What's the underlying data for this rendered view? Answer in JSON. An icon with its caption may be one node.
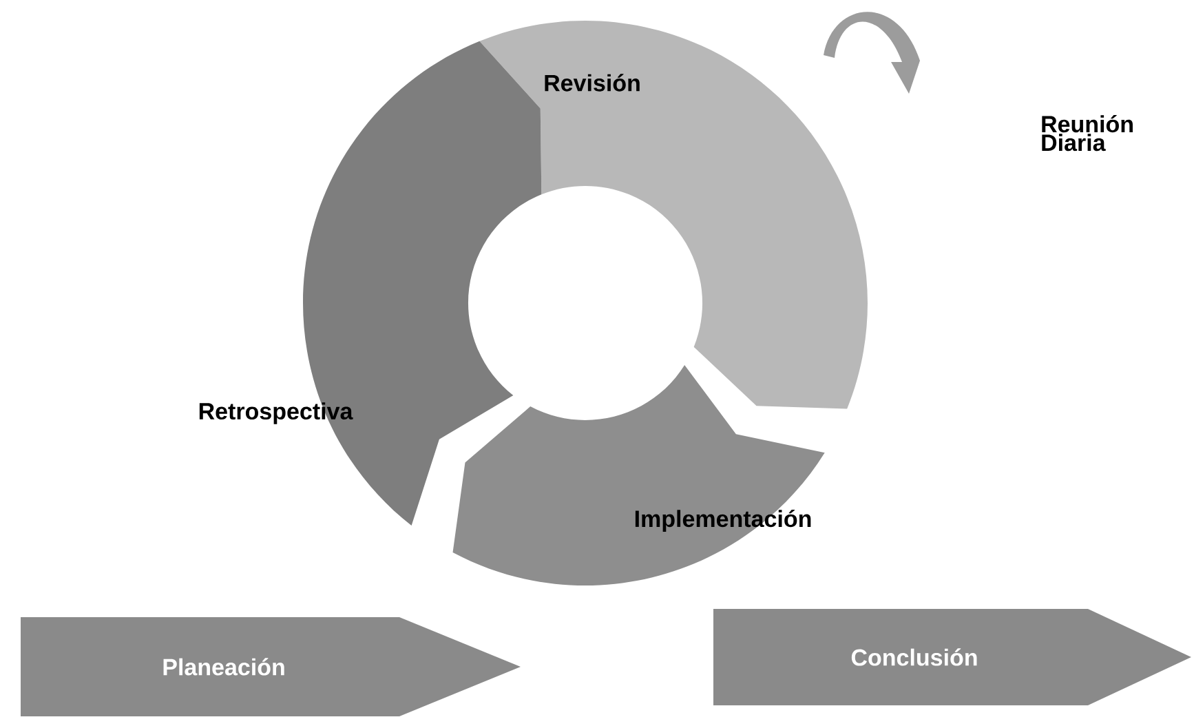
{
  "diagram": {
    "nodes": [
      {
        "text": [
          "Revisión"
        ]
      },
      {
        "text": [
          "Retrospectiva"
        ]
      },
      {
        "text": [
          "Implementación"
        ]
      },
      {
        "text": [
          "Planeación"
        ]
      },
      {
        "text": [
          "Conclusión"
        ]
      }
    ],
    "labels": [
      "Reunión Diaria"
    ]
  }
}
